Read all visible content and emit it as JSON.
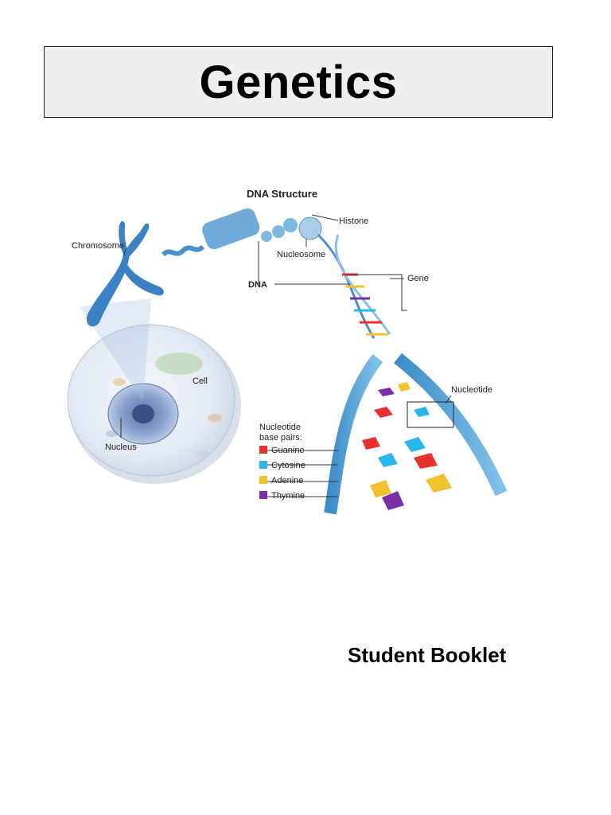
{
  "document": {
    "title": "Genetics",
    "subtitle": "Student Booklet"
  },
  "figure": {
    "heading": "DNA Structure",
    "labels": {
      "chromosome": "Chromosome",
      "histone": "Histone",
      "nucleosome": "Nucleosome",
      "dna": "DNA",
      "gene": "Gene",
      "cell": "Cell",
      "nucleus": "Nucleus",
      "nucleotide": "Nucleotide"
    },
    "legend": {
      "title_line1": "Nucleotide",
      "title_line2": "base pairs:",
      "items": [
        {
          "label": "Guanine",
          "color": "#e8322f"
        },
        {
          "label": "Cytosine",
          "color": "#29b6ea"
        },
        {
          "label": "Adenine",
          "color": "#f2c12e"
        },
        {
          "label": "Thymine",
          "color": "#7a2fa8"
        }
      ]
    }
  }
}
